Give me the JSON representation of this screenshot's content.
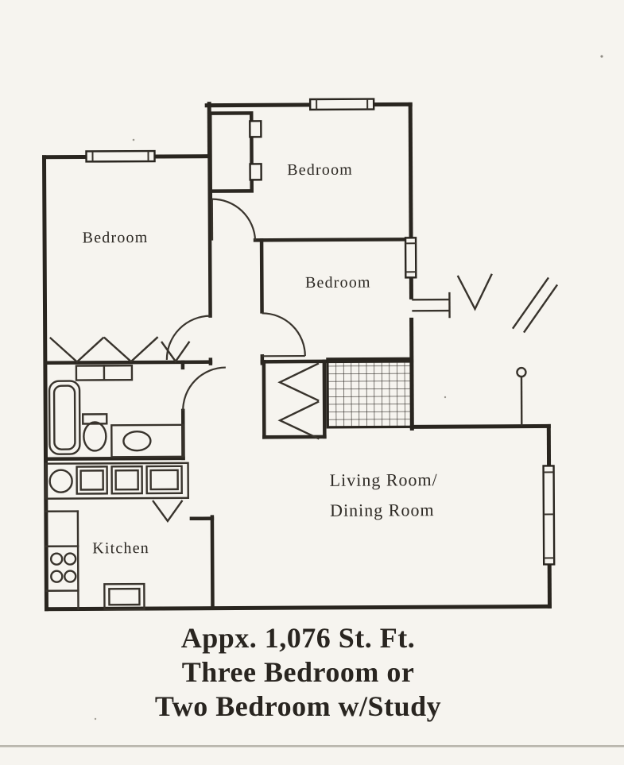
{
  "rooms": {
    "bedroom_top": "Bedroom",
    "bedroom_left": "Bedroom",
    "bedroom_middle": "Bedroom",
    "living_line1": "Living Room/",
    "living_line2": "Dining Room",
    "kitchen": "Kitchen"
  },
  "caption": {
    "line1": "Appx. 1,076 St. Ft.",
    "line2": "Three Bedroom or",
    "line3": "Two Bedroom w/Study"
  },
  "colors": {
    "ink": "#29251f",
    "paper": "#f6f4ef",
    "scan_line": "#b7b4ab"
  }
}
